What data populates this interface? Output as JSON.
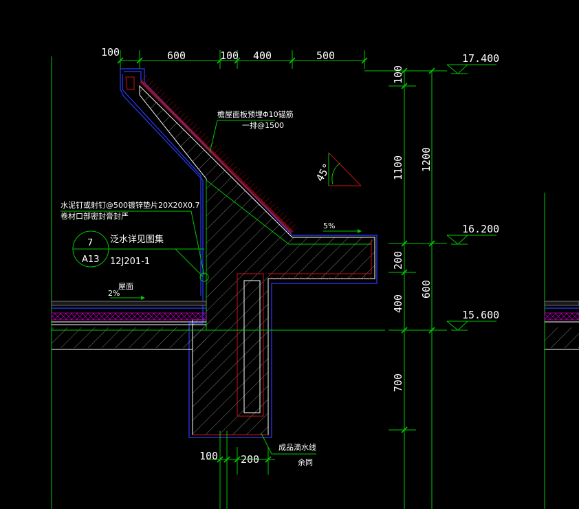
{
  "dimensions": {
    "top": [
      "100",
      "600",
      "100",
      "400",
      "500"
    ],
    "right_inner": [
      "100",
      "1100",
      "200",
      "400",
      "700"
    ],
    "right_outer": [
      "1200",
      "600"
    ],
    "bottom": [
      "100",
      "200"
    ]
  },
  "levels": [
    "17.400",
    "16.200",
    "15.600"
  ],
  "angle": "45°",
  "slope_right": "5%",
  "slope_left": "2%",
  "labels": {
    "roof_plate_line1": "檐屋面板预埋Φ10锚筋",
    "roof_plate_line2": "一排@1500",
    "nail_line1": "水泥钉或射钉@500镀锌垫片20X20X0.7",
    "nail_line2": "卷材口部密封膏封严",
    "detail_note": "泛水详见图集",
    "roof_surface": "屋面",
    "drip_line1": "成品滴水线",
    "drip_line2": "余同"
  },
  "detail_ref": {
    "number": "7",
    "sheet": "A13",
    "atlas": "12J201-1"
  },
  "colors": {
    "background": "#000000",
    "dimension_line": "#00c800",
    "outline": "#2a3cff",
    "waterproof": "#d01010",
    "insulation": "#c000c0",
    "text": "#ffffff"
  }
}
